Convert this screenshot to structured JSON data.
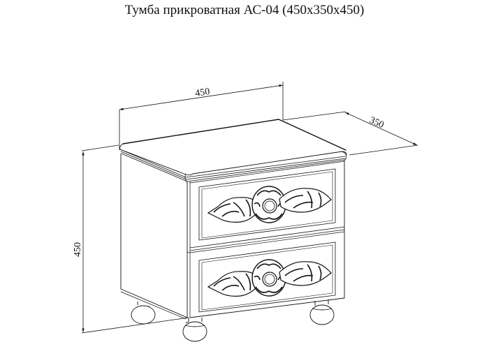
{
  "title": "Тумба прикроватная АС-04 (450х350х450)",
  "dimensions": {
    "width_label": "450",
    "depth_label": "350",
    "height_label": "450"
  },
  "colors": {
    "line": "#111111",
    "background": "#ffffff"
  }
}
